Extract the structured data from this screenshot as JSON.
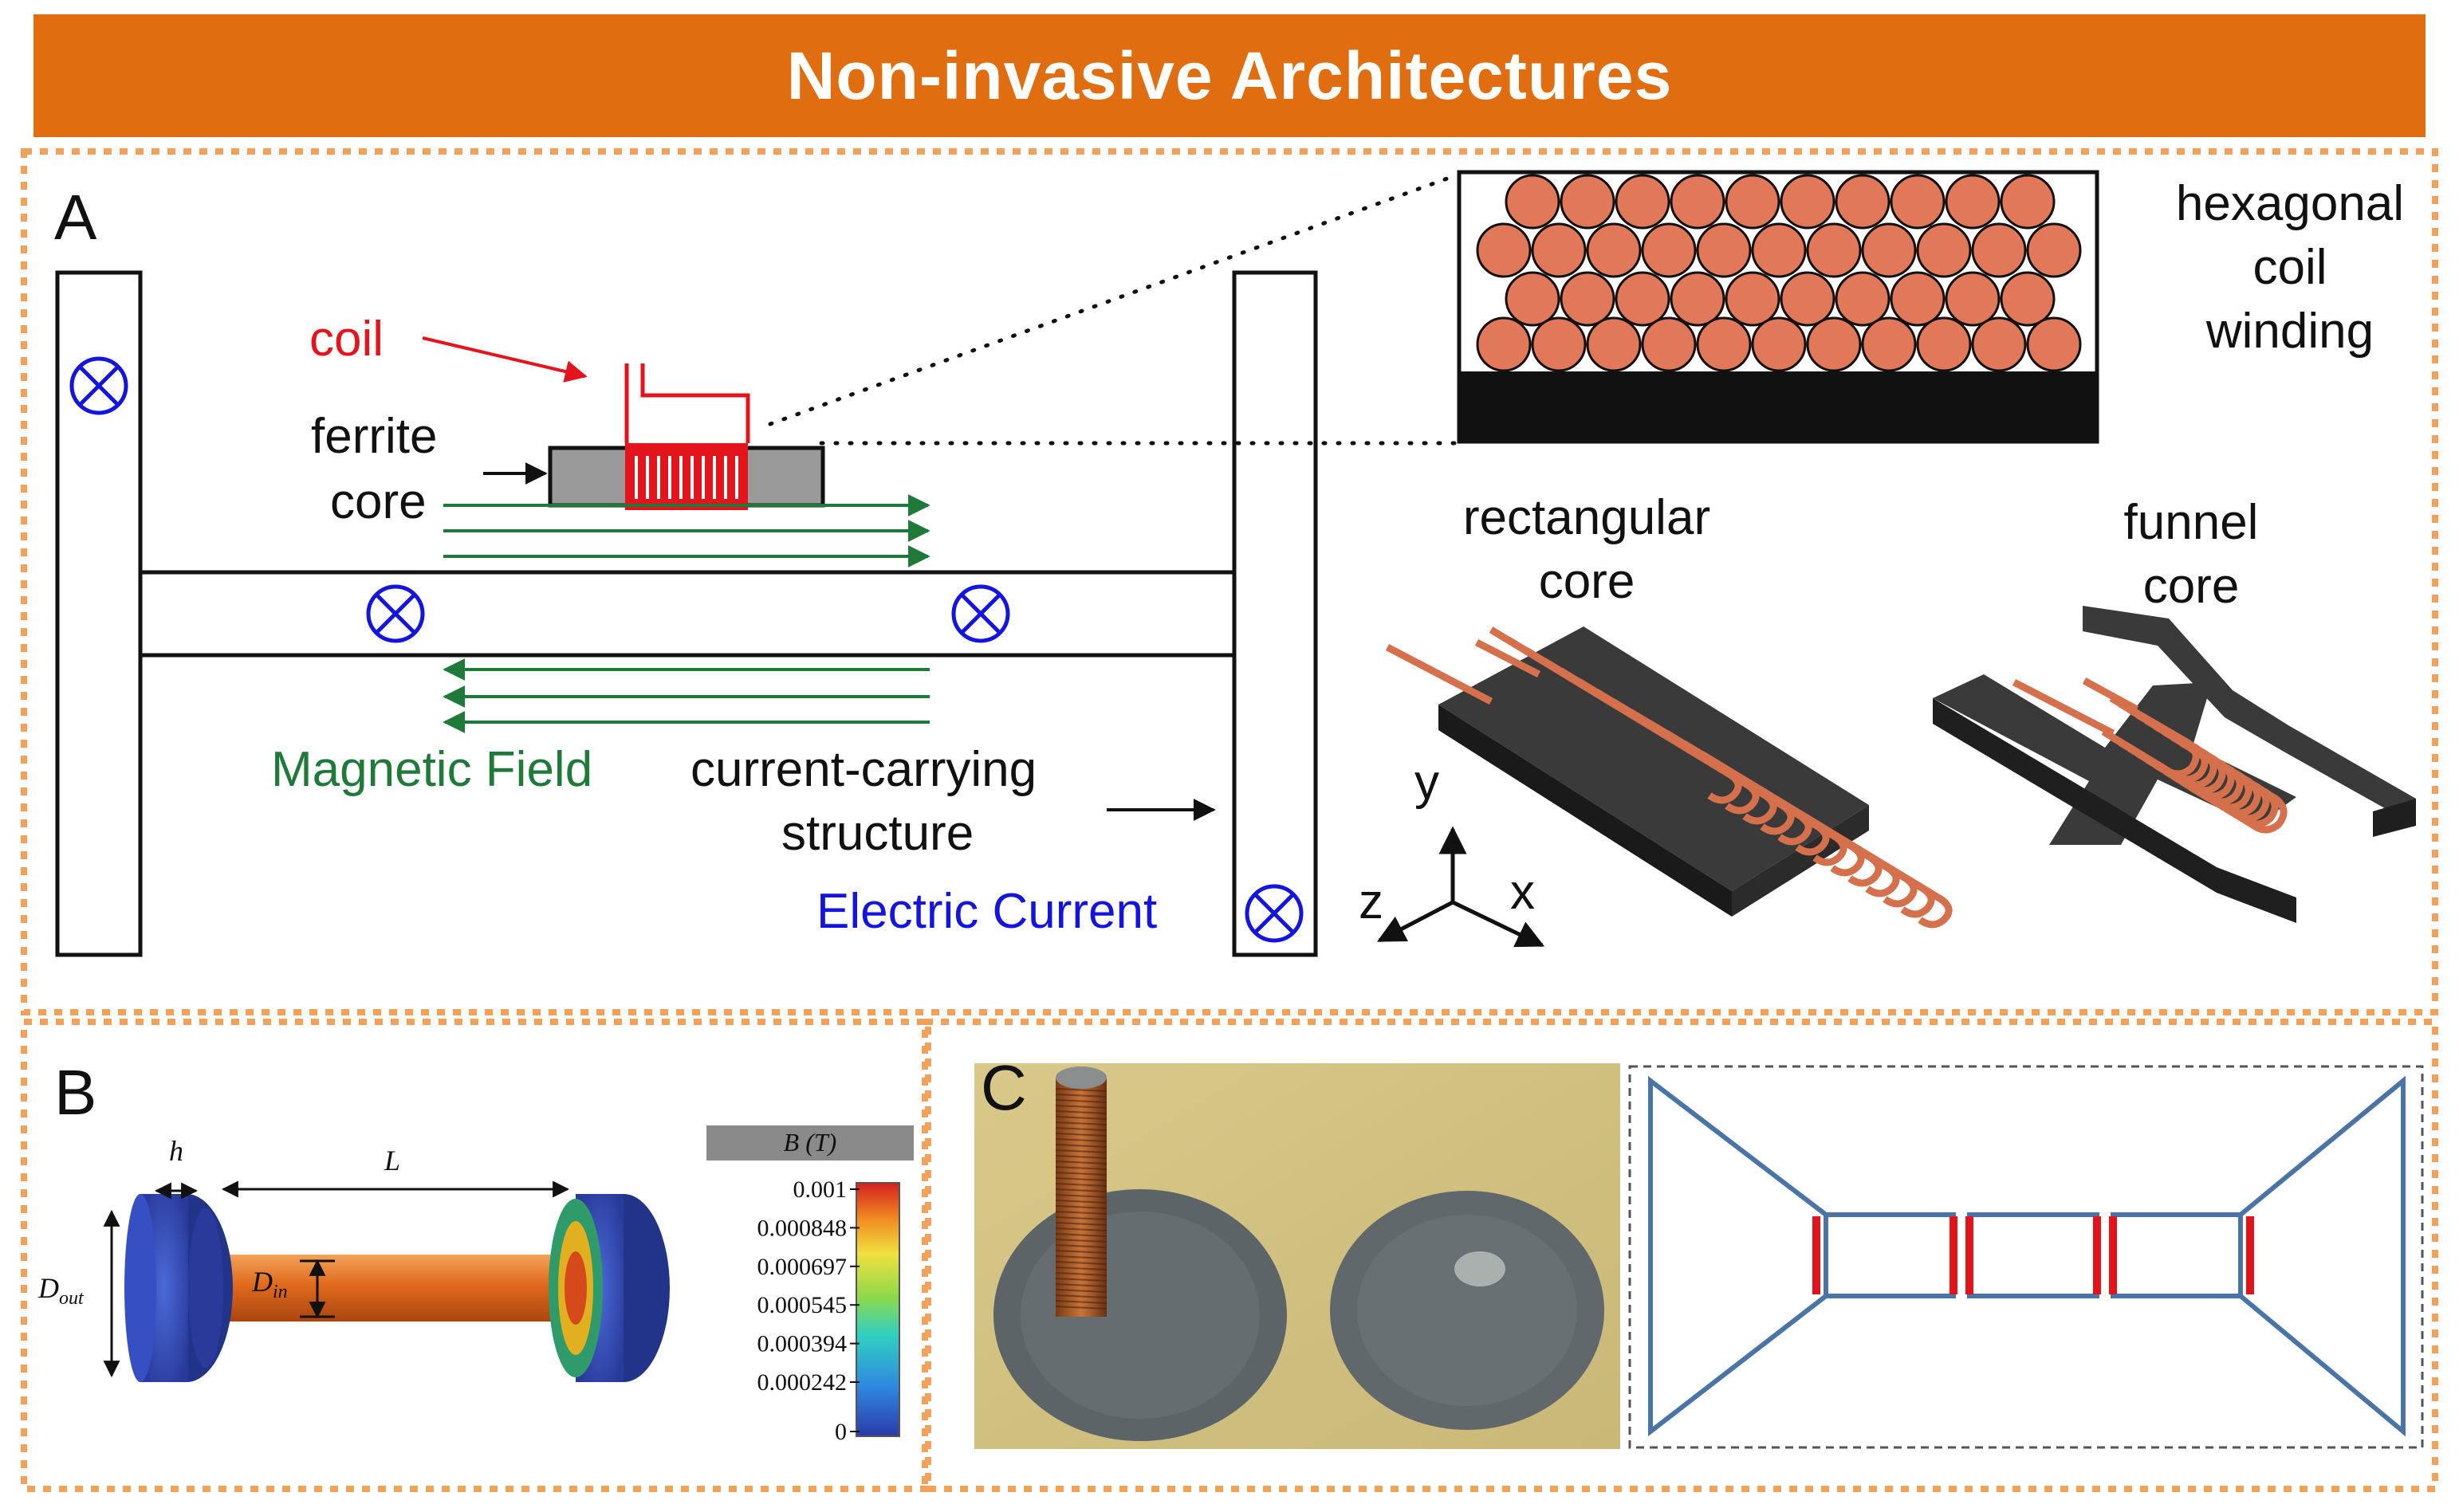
{
  "banner": {
    "title": "Non-invasive Architectures"
  },
  "colors": {
    "banner": "#e06d0f",
    "dashed_border": "#f0a15a",
    "coil": "#e3141b",
    "magnetic_field": "#1f7a3a",
    "electric_current": "#1414e0",
    "copper_wire": "#e1785a",
    "ferrite": "#9a9a9a",
    "core_dark": "#2b2b2b"
  },
  "panel_a": {
    "label": "A",
    "coil_label": "coil",
    "ferrite_label_line1": "ferrite",
    "ferrite_label_line2": "core",
    "magnetic_field_label": "Magnetic Field",
    "structure_label_line1": "current-carrying",
    "structure_label_line2": "structure",
    "electric_current_label": "Electric Current",
    "inset_label_line1": "hexagonal",
    "inset_label_line2": "coil",
    "inset_label_line3": "winding",
    "rect_core_line1": "rectangular",
    "rect_core_line2": "core",
    "funnel_core_line1": "funnel",
    "funnel_core_line2": "core",
    "axes": {
      "x": "x",
      "y": "y",
      "z": "z"
    },
    "current_symbol": "into-page-cross-icon"
  },
  "panel_b": {
    "label": "B",
    "dim_h": "h",
    "dim_L": "L",
    "dim_Dout": "D",
    "dim_Dout_sub": "out",
    "dim_Din": "D",
    "dim_Din_sub": "in",
    "colorbar_title": "B (T)",
    "colorbar_ticks": [
      "0.001",
      "0.000848",
      "0.000697",
      "0.000545",
      "0.000394",
      "0.000242",
      "0"
    ]
  },
  "panel_c": {
    "label": "C"
  }
}
